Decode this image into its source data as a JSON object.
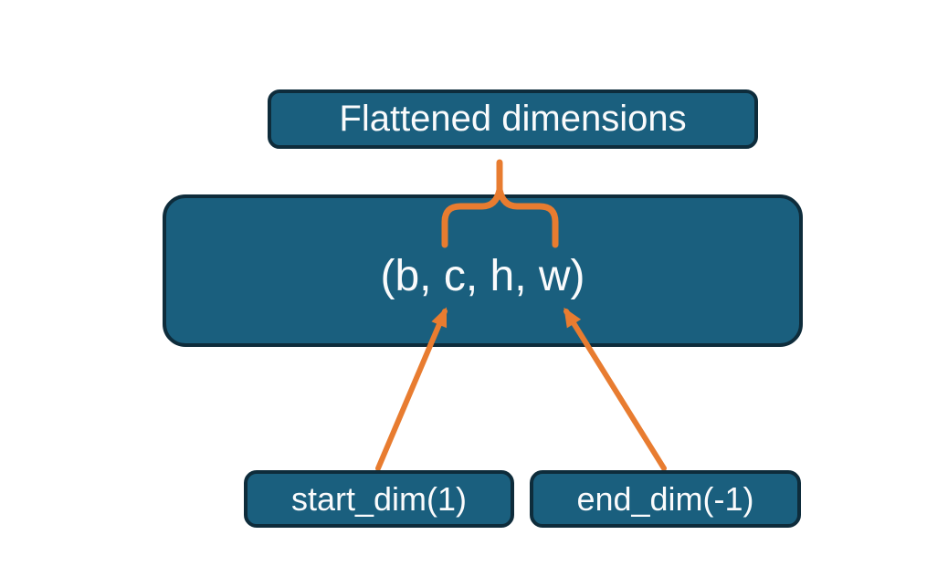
{
  "diagram": {
    "title_box": {
      "label": "Flattened dimensions"
    },
    "tensor_box": {
      "label": "(b, c, h, w)"
    },
    "param_boxes": [
      {
        "label": "start_dim(1)"
      },
      {
        "label": "end_dim(-1)"
      }
    ],
    "annotations": {
      "brace_icon": "curly-brace-up",
      "start_arrow_icon": "arrow-up-right",
      "end_arrow_icon": "arrow-up-left"
    },
    "colors": {
      "box_fill": "#1A5F7E",
      "box_border": "#0E2C3B",
      "accent_orange": "#E87C30",
      "text_color": "#FAFBFC",
      "bg": "#FFFFFF"
    }
  }
}
